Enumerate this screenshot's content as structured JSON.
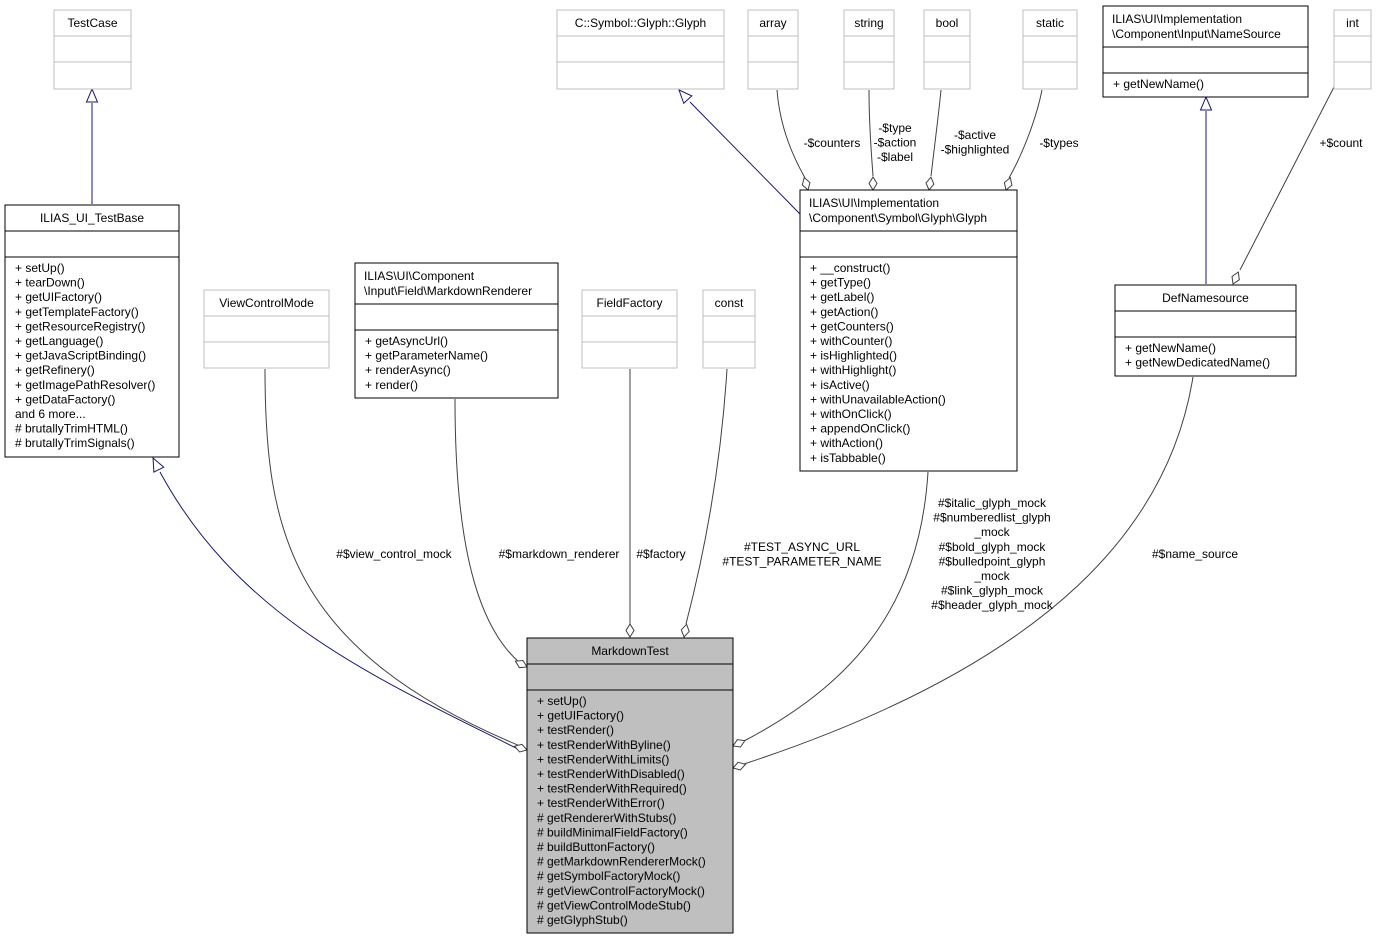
{
  "classes": {
    "testcase": {
      "title": [
        "TestCase"
      ],
      "attrs": [],
      "methods": [],
      "style": "grey"
    },
    "ui_testbase": {
      "title": [
        "ILIAS_UI_TestBase"
      ],
      "attrs": [],
      "methods": [
        "+ setUp()",
        "+ tearDown()",
        "+ getUIFactory()",
        "+ getTemplateFactory()",
        "+ getResourceRegistry()",
        "+ getLanguage()",
        "+ getJavaScriptBinding()",
        "+ getRefinery()",
        "+ getImagePathResolver()",
        "+ getDataFactory()",
        "and 6 more...",
        "# brutallyTrimHTML()",
        "# brutallyTrimSignals()"
      ],
      "style": "normal"
    },
    "viewcontrolmode": {
      "title": [
        "ViewControlMode"
      ],
      "attrs": [],
      "methods": [],
      "style": "grey"
    },
    "markdownrenderer": {
      "title": [
        "ILIAS\\UI\\Component",
        "\\Input\\Field\\MarkdownRenderer"
      ],
      "attrs": [],
      "methods": [
        "+ getAsyncUrl()",
        "+ getParameterName()",
        "+ renderAsync()",
        "+ render()"
      ],
      "style": "normal"
    },
    "fieldfactory": {
      "title": [
        "FieldFactory"
      ],
      "attrs": [],
      "methods": [],
      "style": "grey"
    },
    "const": {
      "title": [
        "const"
      ],
      "attrs": [],
      "methods": [],
      "style": "grey"
    },
    "csymbolglyph": {
      "title": [
        "C::Symbol::Glyph::Glyph"
      ],
      "attrs": [],
      "methods": [],
      "style": "grey"
    },
    "array": {
      "title": [
        "array"
      ],
      "attrs": [],
      "methods": [],
      "style": "grey"
    },
    "string": {
      "title": [
        "string"
      ],
      "attrs": [],
      "methods": [],
      "style": "grey"
    },
    "bool": {
      "title": [
        "bool"
      ],
      "attrs": [],
      "methods": [],
      "style": "grey"
    },
    "static": {
      "title": [
        "static"
      ],
      "attrs": [],
      "methods": [],
      "style": "grey"
    },
    "glyph": {
      "title": [
        "ILIAS\\UI\\Implementation",
        "\\Component\\Symbol\\Glyph\\Glyph"
      ],
      "attrs": [],
      "methods": [
        "+ __construct()",
        "+ getType()",
        "+ getLabel()",
        "+ getAction()",
        "+ getCounters()",
        "+ withCounter()",
        "+ isHighlighted()",
        "+ withHighlight()",
        "+ isActive()",
        "+ withUnavailableAction()",
        "+ withOnClick()",
        "+ appendOnClick()",
        "+ withAction()",
        "+ isTabbable()"
      ],
      "style": "normal"
    },
    "namesource": {
      "title": [
        "ILIAS\\UI\\Implementation",
        "\\Component\\Input\\NameSource"
      ],
      "attrs": [],
      "methods": [
        "+ getNewName()"
      ],
      "style": "normal"
    },
    "int": {
      "title": [
        "int"
      ],
      "attrs": [],
      "methods": [],
      "style": "grey"
    },
    "defnamesource": {
      "title": [
        "DefNamesource"
      ],
      "attrs": [],
      "methods": [
        "+ getNewName()",
        "+ getNewDedicatedName()"
      ],
      "style": "normal"
    },
    "markdowntest": {
      "title": [
        "MarkdownTest"
      ],
      "attrs": [],
      "methods": [
        "+ setUp()",
        "+ getUIFactory()",
        "+ testRender()",
        "+ testRenderWithByline()",
        "+ testRenderWithLimits()",
        "+ testRenderWithDisabled()",
        "+ testRenderWithRequired()",
        "+ testRenderWithError()",
        "# getRendererWithStubs()",
        "# buildMinimalFieldFactory()",
        "# buildButtonFactory()",
        "# getMarkdownRendererMock()",
        "# getSymbolFactoryMock()",
        "# getViewControlFactoryMock()",
        "# getViewControlModeStub()",
        "# getGlyphStub()"
      ],
      "style": "focus"
    }
  },
  "edge_labels": {
    "view_control": [
      "#$view_control_mock"
    ],
    "markdown_renderer": [
      "#$markdown_renderer"
    ],
    "factory": [
      "#$factory"
    ],
    "const_names": [
      "#TEST_ASYNC_URL",
      "#TEST_PARAMETER_NAME"
    ],
    "glyph_mocks": [
      "#$italic_glyph_mock",
      "#$numberedlist_glyph",
      "_mock",
      "#$bold_glyph_mock",
      "#$bulledpoint_glyph",
      "_mock",
      "#$link_glyph_mock",
      "#$header_glyph_mock"
    ],
    "name_source": [
      "#$name_source"
    ],
    "counters": [
      "-$counters"
    ],
    "type_action_label": [
      "-$type",
      "-$action",
      "-$label"
    ],
    "active_highlighted": [
      "-$active",
      "-$highlighted"
    ],
    "types": [
      "-$types"
    ],
    "count": [
      "+$count"
    ]
  },
  "colors": {
    "focus_fill": "#bfbfbf",
    "grey_border": "#bfbfbf",
    "inherit_edge": "#191970",
    "assoc_edge": "#404040"
  }
}
